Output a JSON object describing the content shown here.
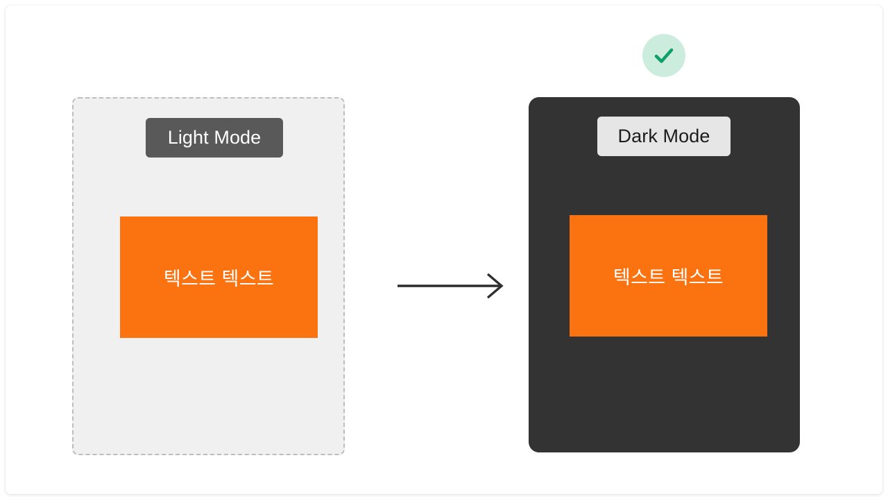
{
  "page": {
    "background_color": "#ffffff",
    "card_background": "#ffffff"
  },
  "comparison": {
    "arrow_icon": "arrow-right-icon",
    "status_icon": "check-circle-icon",
    "status_icon_colors": {
      "circle": "#cceddd",
      "check": "#0fa069"
    },
    "panels": [
      {
        "id": "light",
        "badge_label": "Light Mode",
        "badge_background": "#595959",
        "badge_text_color": "#ffffff",
        "panel_background": "#f0f0f0",
        "panel_border": "dashed #bdbdbd",
        "content_box": {
          "text": "텍스트 텍스트",
          "background": "#fa7310",
          "text_color": "#ffffff"
        }
      },
      {
        "id": "dark",
        "badge_label": "Dark Mode",
        "badge_background": "#e6e6e6",
        "badge_text_color": "#1c1c1c",
        "panel_background": "#333333",
        "panel_border": "none",
        "content_box": {
          "text": "텍스트 텍스트",
          "background": "#fa7310",
          "text_color": "#ffffff"
        }
      }
    ]
  }
}
